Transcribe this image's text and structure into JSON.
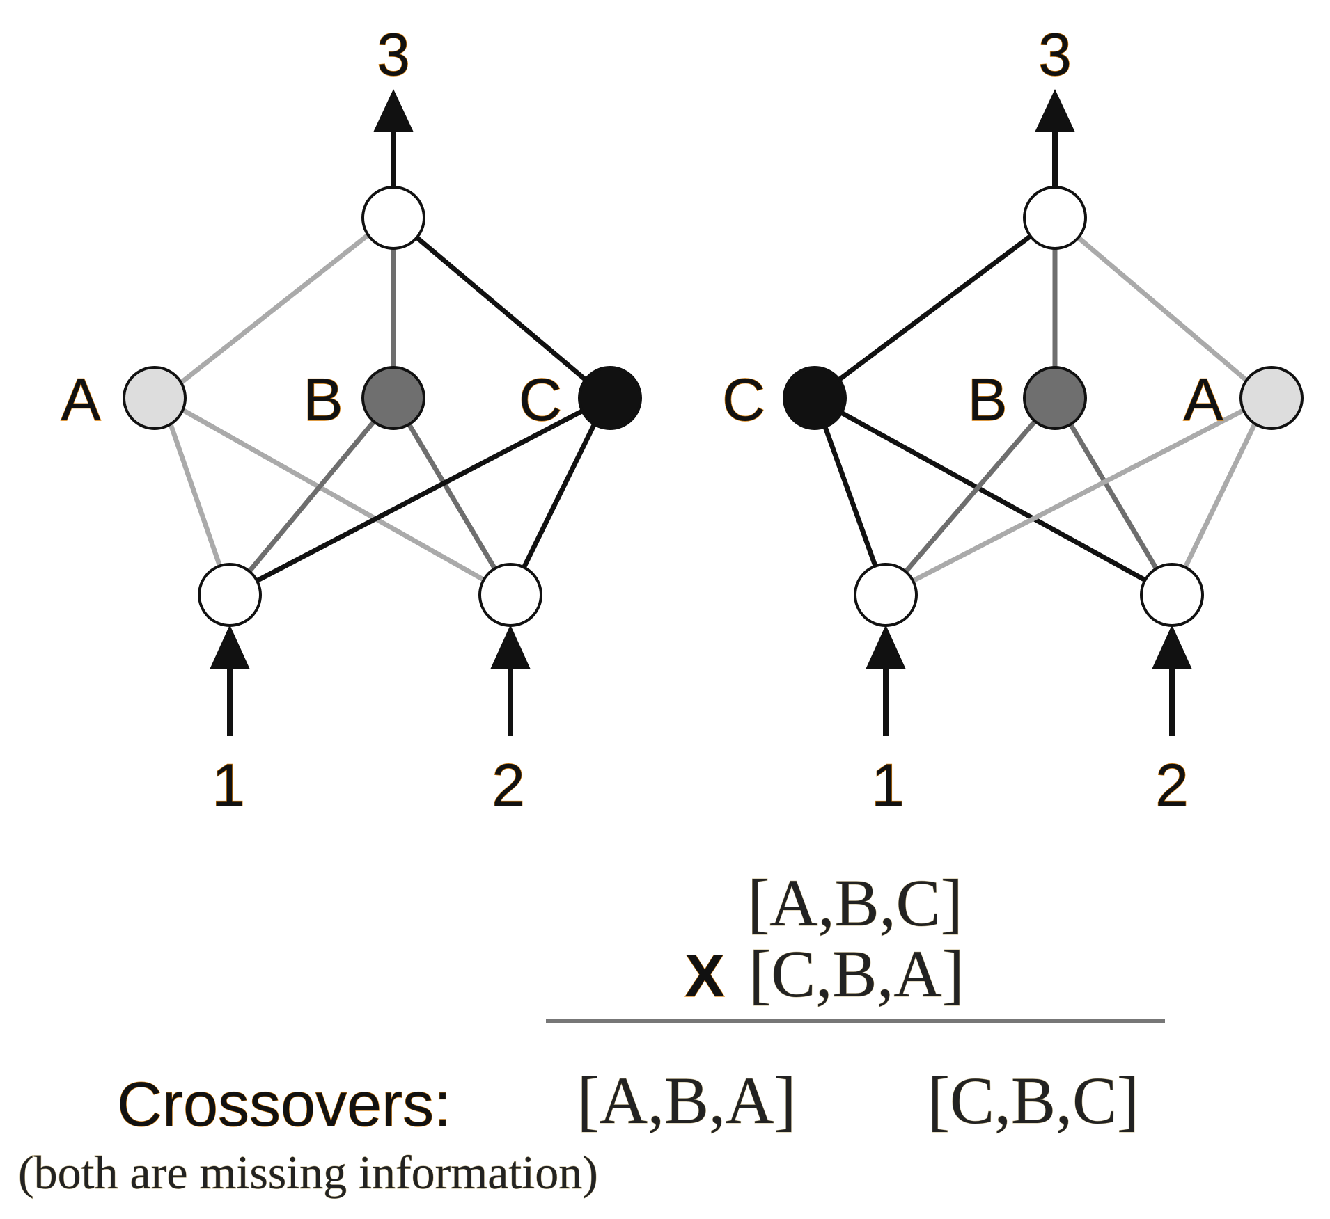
{
  "networks": [
    {
      "output_label": "3",
      "input_labels": [
        "1",
        "2"
      ],
      "hidden_labels": [
        "A",
        "B",
        "C"
      ]
    },
    {
      "output_label": "3",
      "input_labels": [
        "1",
        "2"
      ],
      "hidden_labels": [
        "C",
        "B",
        "A"
      ]
    }
  ],
  "node_colors": {
    "A": "#dddddd",
    "B": "#6f6f6f",
    "C": "#111111",
    "io": "#ffffff"
  },
  "edge_colors": {
    "A": "#aaaaaa",
    "B": "#6e6e6e",
    "C": "#111111"
  },
  "parent_one": "[A,B,C]",
  "cross_symbol": "X",
  "parent_two": "[C,B,A]",
  "crossovers_label": "Crossovers:",
  "offspring": [
    "[A,B,A]",
    "[C,B,C]"
  ],
  "note": "(both are missing information)"
}
